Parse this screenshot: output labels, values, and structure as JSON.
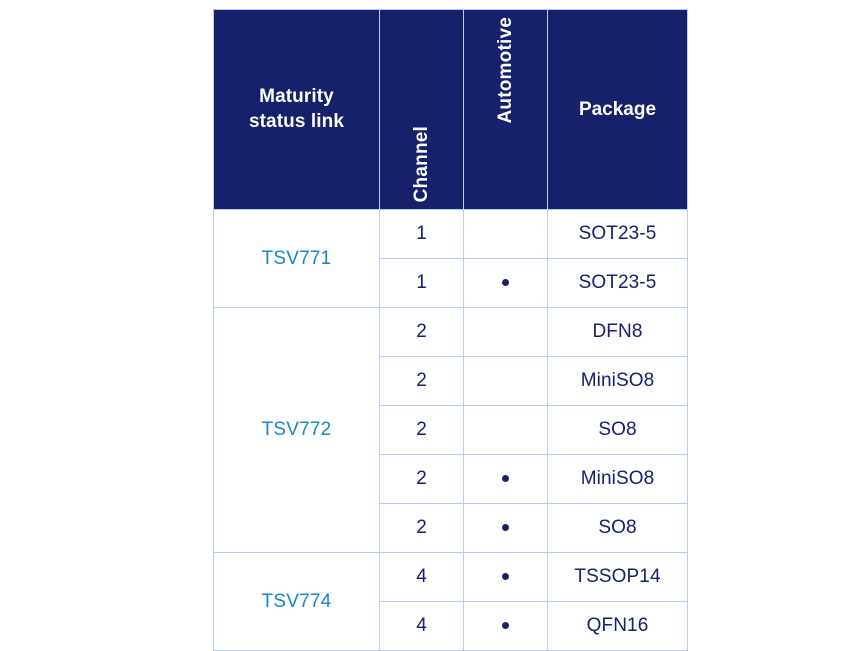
{
  "table": {
    "headers": {
      "maturity_line1": "Maturity",
      "maturity_line2": "status link",
      "channel": "Channel",
      "automotive": "Automotive",
      "package": "Package"
    },
    "colors": {
      "header_background": "#16206b",
      "link_text": "#1589c0",
      "body_text": "#16206b",
      "grid_line": "#b9cdf0",
      "inner_grid_line": "#cddcf5",
      "page_background": "#ffffff"
    },
    "groups": [
      {
        "part": "TSV771",
        "rows": [
          {
            "channel": "1",
            "automotive": "",
            "package": "SOT23-5"
          },
          {
            "channel": "1",
            "automotive": "•",
            "package": "SOT23-5"
          }
        ]
      },
      {
        "part": "TSV772",
        "rows": [
          {
            "channel": "2",
            "automotive": "",
            "package": "DFN8"
          },
          {
            "channel": "2",
            "automotive": "",
            "package": "MiniSO8"
          },
          {
            "channel": "2",
            "automotive": "",
            "package": "SO8"
          },
          {
            "channel": "2",
            "automotive": "•",
            "package": "MiniSO8"
          },
          {
            "channel": "2",
            "automotive": "•",
            "package": "SO8"
          }
        ]
      },
      {
        "part": "TSV774",
        "rows": [
          {
            "channel": "4",
            "automotive": "•",
            "package": "TSSOP14"
          },
          {
            "channel": "4",
            "automotive": "•",
            "package": "QFN16"
          }
        ]
      }
    ]
  }
}
